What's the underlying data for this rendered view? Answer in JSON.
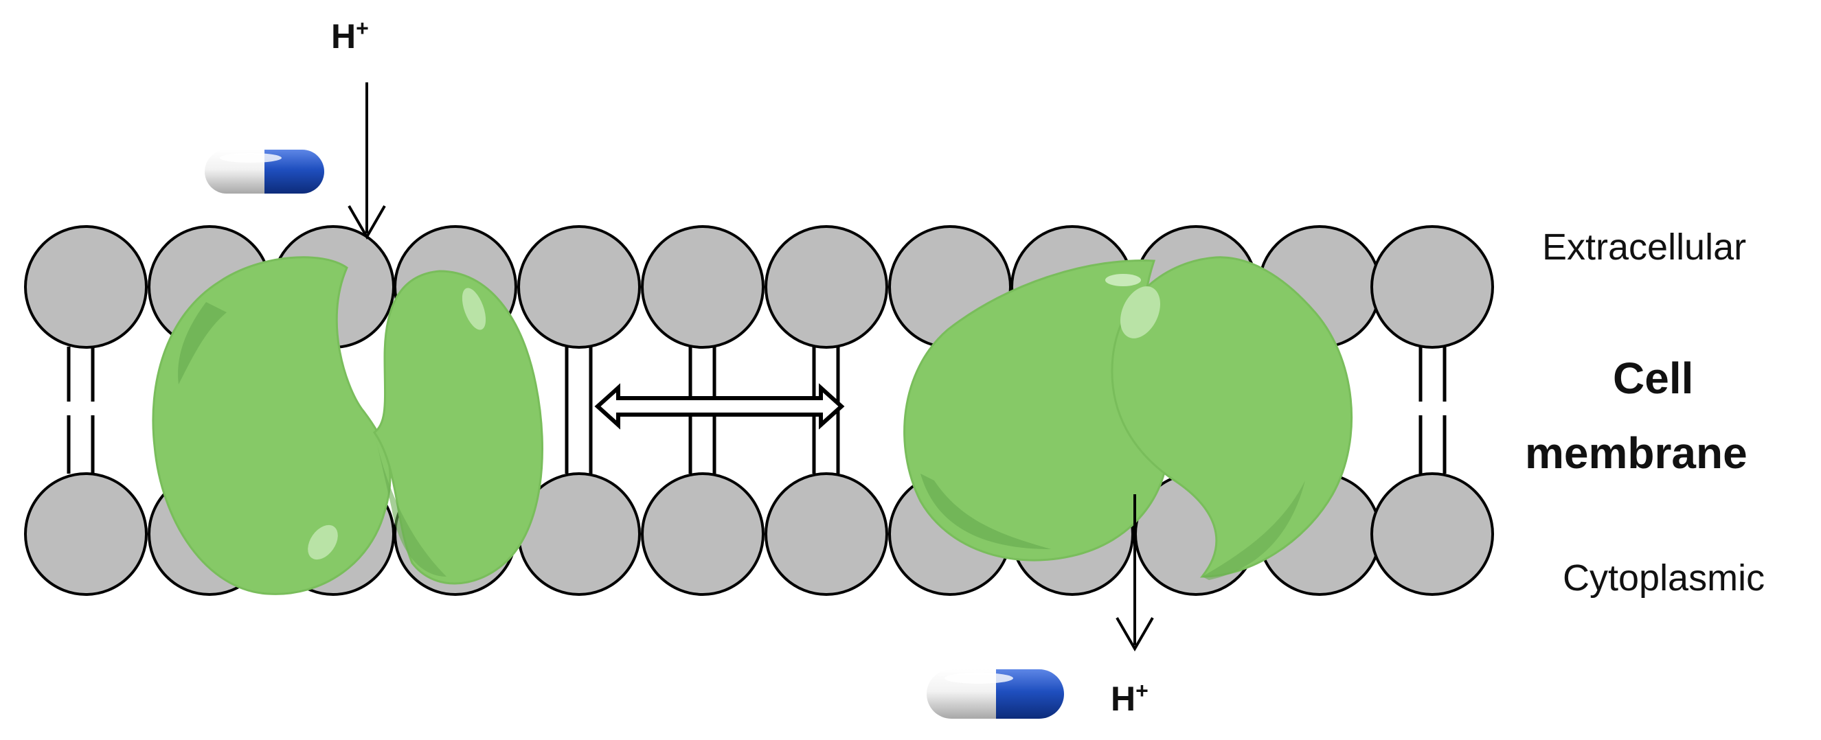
{
  "labels": {
    "proton_top": "H",
    "proton_top_sup": "+",
    "proton_bottom": "H",
    "proton_bottom_sup": "+",
    "extracellular": "Extracellular",
    "membrane_line1": "Cell",
    "membrane_line2": "membrane",
    "cytoplasmic": "Cytoplasmic"
  },
  "colors": {
    "lipid_head": "#bdbdbd",
    "protein": "#86c967",
    "protein_shadow": "#6aae52",
    "capsule_white": "#f0f0f0",
    "capsule_blue": "#1f4fbf",
    "stroke": "#000000"
  },
  "icons": {
    "capsule": "capsule-icon",
    "transporter": "transporter-protein-icon",
    "double_arrow": "double-headed-arrow-icon"
  }
}
